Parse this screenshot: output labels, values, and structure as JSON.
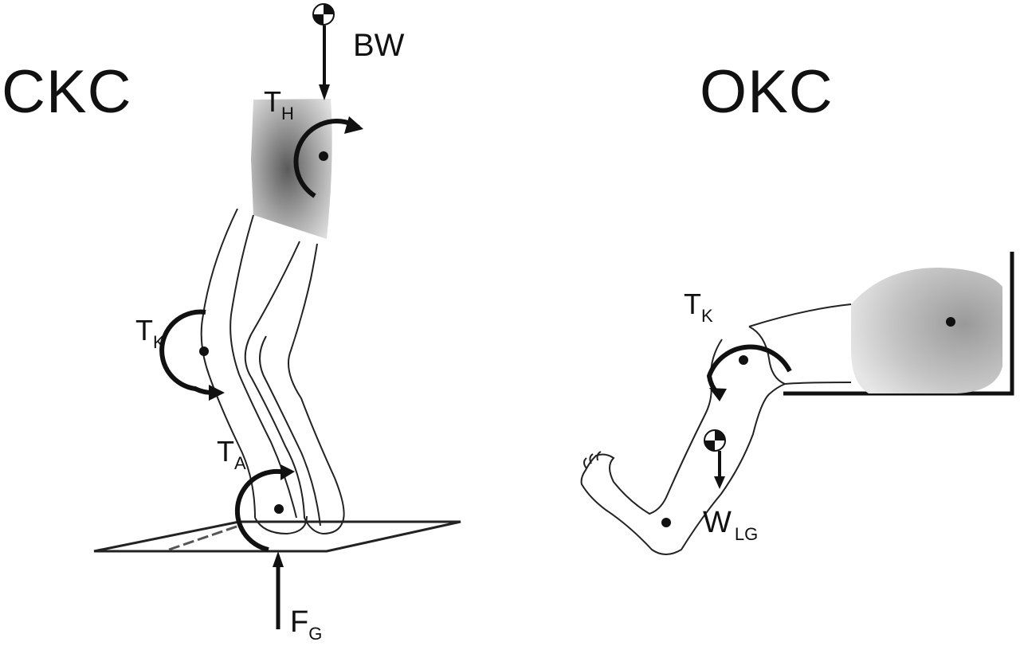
{
  "panels": {
    "closed_chain": {
      "title": "CKC",
      "body_weight": "BW",
      "hip_torque": {
        "main": "T",
        "sub": "H"
      },
      "knee_torque": {
        "main": "T",
        "sub": "K"
      },
      "ankle_torque": {
        "main": "T",
        "sub": "A"
      },
      "ground_force": {
        "main": "F",
        "sub": "G"
      }
    },
    "open_chain": {
      "title": "OKC",
      "knee_torque": {
        "main": "T",
        "sub": "K"
      },
      "leg_weight": {
        "main": "W",
        "sub": "LG"
      }
    }
  },
  "colors": {
    "ink": "#111111",
    "shade": "#8a8a8a",
    "outline": "#333333"
  }
}
